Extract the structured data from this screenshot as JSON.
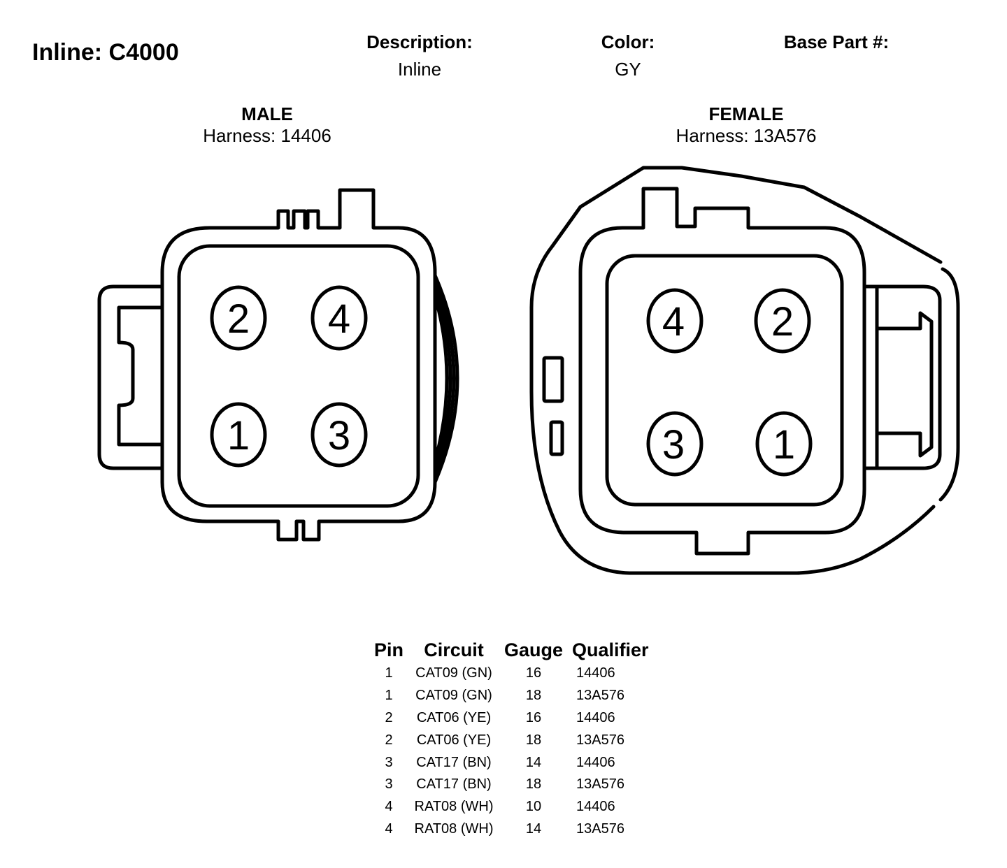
{
  "header": {
    "title": "Inline: C4000",
    "description_label": "Description:",
    "description_value": "Inline",
    "color_label": "Color:",
    "color_value": "GY",
    "base_part_label": "Base Part #:",
    "base_part_value": ""
  },
  "male": {
    "title": "MALE",
    "harness": "Harness: 14406",
    "pins": {
      "top_left": "2",
      "top_right": "4",
      "bottom_left": "1",
      "bottom_right": "3"
    }
  },
  "female": {
    "title": "FEMALE",
    "harness": "Harness: 13A576",
    "pins": {
      "top_left": "4",
      "top_right": "2",
      "bottom_left": "3",
      "bottom_right": "1"
    }
  },
  "pin_table": {
    "headers": {
      "pin": "Pin",
      "circuit": "Circuit",
      "gauge": "Gauge",
      "qualifier": "Qualifier"
    },
    "rows": [
      {
        "pin": "1",
        "circuit": "CAT09 (GN)",
        "gauge": "16",
        "qualifier": "14406"
      },
      {
        "pin": "1",
        "circuit": "CAT09 (GN)",
        "gauge": "18",
        "qualifier": "13A576"
      },
      {
        "pin": "2",
        "circuit": "CAT06 (YE)",
        "gauge": "16",
        "qualifier": "14406"
      },
      {
        "pin": "2",
        "circuit": "CAT06 (YE)",
        "gauge": "18",
        "qualifier": "13A576"
      },
      {
        "pin": "3",
        "circuit": "CAT17 (BN)",
        "gauge": "14",
        "qualifier": "14406"
      },
      {
        "pin": "3",
        "circuit": "CAT17 (BN)",
        "gauge": "18",
        "qualifier": "13A576"
      },
      {
        "pin": "4",
        "circuit": "RAT08 (WH)",
        "gauge": "10",
        "qualifier": "14406"
      },
      {
        "pin": "4",
        "circuit": "RAT08 (WH)",
        "gauge": "14",
        "qualifier": "13A576"
      }
    ]
  }
}
